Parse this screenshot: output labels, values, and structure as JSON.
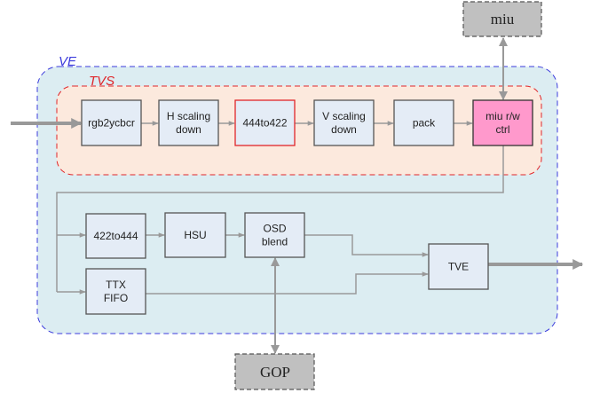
{
  "diagram": {
    "colors": {
      "ve_border": "#3b3bdc",
      "ve_fill": "#dcedf2",
      "tvs_border": "#e0262a",
      "tvs_fill": "#fce9dd",
      "block_fill": "#e4ecf6",
      "block_border": "#555555",
      "highlight_border": "#e0262a",
      "miu_ctrl_fill": "#ff99cc",
      "external_fill": "#c0c0c0",
      "external_border": "#555555",
      "arrow": "#999999"
    },
    "groups": {
      "ve": {
        "label": "VE"
      },
      "tvs": {
        "label": "TVS"
      }
    },
    "external": {
      "miu": {
        "label": "miu"
      },
      "gop": {
        "label": "GOP"
      }
    },
    "blocks": {
      "rgb2ycbcr": {
        "lines": [
          "rgb2ycbcr"
        ]
      },
      "h_scaling": {
        "lines": [
          "H scaling",
          "down"
        ]
      },
      "444to422": {
        "lines": [
          "444to422"
        ]
      },
      "v_scaling": {
        "lines": [
          "V scaling",
          "down"
        ]
      },
      "pack": {
        "lines": [
          "pack"
        ]
      },
      "miu_rw_ctrl": {
        "lines": [
          "miu r/w",
          "ctrl"
        ]
      },
      "422to444": {
        "lines": [
          "422to444"
        ]
      },
      "hsu": {
        "lines": [
          "HSU"
        ]
      },
      "osd_blend": {
        "lines": [
          "OSD",
          "blend"
        ]
      },
      "ttx_fifo": {
        "lines": [
          "TTX",
          "FIFO"
        ]
      },
      "tve": {
        "lines": [
          "TVE"
        ]
      }
    },
    "connections": [
      {
        "from": "input",
        "to": "rgb2ycbcr",
        "weight": "thick"
      },
      {
        "from": "rgb2ycbcr",
        "to": "h_scaling"
      },
      {
        "from": "h_scaling",
        "to": "444to422"
      },
      {
        "from": "444to422",
        "to": "v_scaling"
      },
      {
        "from": "v_scaling",
        "to": "pack"
      },
      {
        "from": "pack",
        "to": "miu_rw_ctrl"
      },
      {
        "from": "miu",
        "to": "miu_rw_ctrl",
        "bidirectional": true
      },
      {
        "from": "miu_rw_ctrl",
        "to": "422to444"
      },
      {
        "from": "miu_rw_ctrl",
        "to": "ttx_fifo"
      },
      {
        "from": "422to444",
        "to": "hsu"
      },
      {
        "from": "hsu",
        "to": "osd_blend"
      },
      {
        "from": "osd_blend",
        "to": "tve"
      },
      {
        "from": "ttx_fifo",
        "to": "tve"
      },
      {
        "from": "gop",
        "to": "osd_blend",
        "bidirectional": true
      },
      {
        "from": "tve",
        "to": "output",
        "weight": "thick"
      }
    ]
  }
}
